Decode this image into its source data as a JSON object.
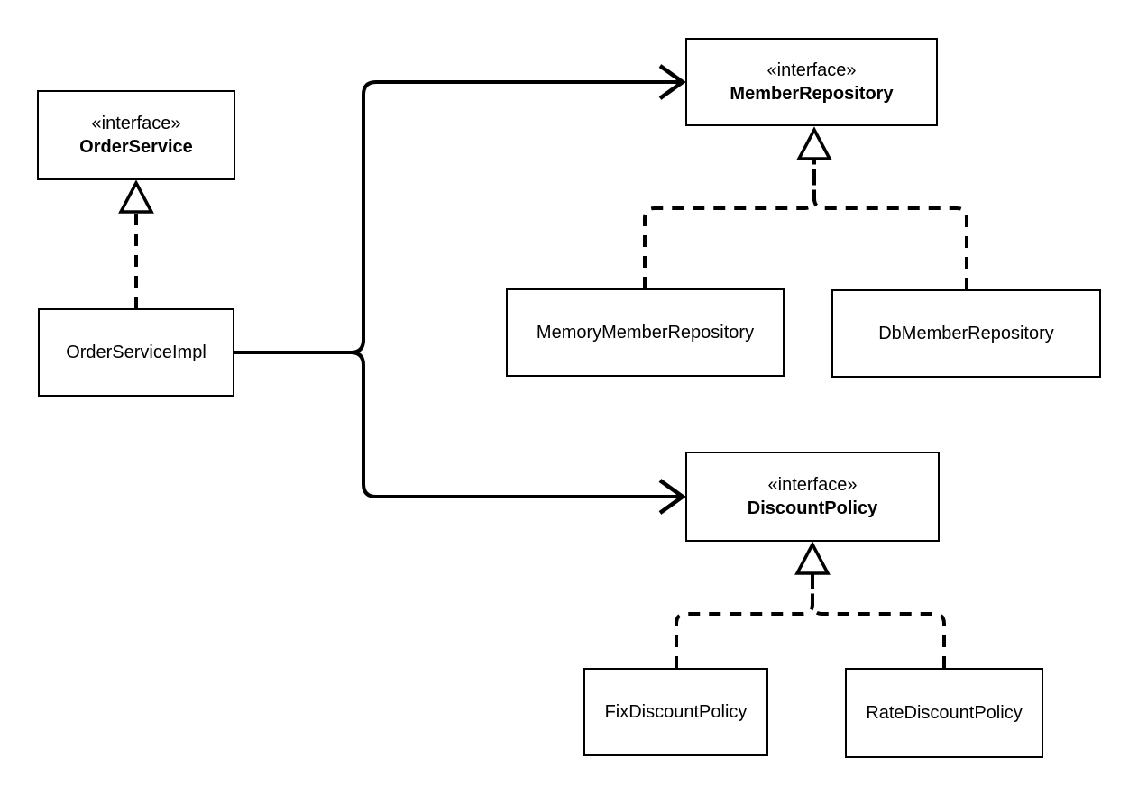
{
  "diagram": {
    "kind": "uml-class-diagram",
    "colors": {
      "line": "#000000",
      "box_border": "#000000",
      "box_fill": "#ffffff",
      "background": "#ffffff"
    },
    "nodes": {
      "order_service": {
        "stereotype": "«interface»",
        "name": "OrderService"
      },
      "order_service_impl": {
        "name": "OrderServiceImpl"
      },
      "member_repository": {
        "stereotype": "«interface»",
        "name": "MemberRepository"
      },
      "memory_member_repository": {
        "name": "MemoryMemberRepository"
      },
      "db_member_repository": {
        "name": "DbMemberRepository"
      },
      "discount_policy": {
        "stereotype": "«interface»",
        "name": "DiscountPolicy"
      },
      "fix_discount_policy": {
        "name": "FixDiscountPolicy"
      },
      "rate_discount_policy": {
        "name": "RateDiscountPolicy"
      }
    },
    "relationships": [
      {
        "from": "OrderServiceImpl",
        "to": "OrderService",
        "type": "realization",
        "line": "dashed",
        "arrowhead": "hollow-triangle"
      },
      {
        "from": "MemoryMemberRepository",
        "to": "MemberRepository",
        "type": "realization",
        "line": "dashed",
        "arrowhead": "hollow-triangle"
      },
      {
        "from": "DbMemberRepository",
        "to": "MemberRepository",
        "type": "realization",
        "line": "dashed",
        "arrowhead": "hollow-triangle"
      },
      {
        "from": "FixDiscountPolicy",
        "to": "DiscountPolicy",
        "type": "realization",
        "line": "dashed",
        "arrowhead": "hollow-triangle"
      },
      {
        "from": "RateDiscountPolicy",
        "to": "DiscountPolicy",
        "type": "realization",
        "line": "dashed",
        "arrowhead": "hollow-triangle"
      },
      {
        "from": "OrderServiceImpl",
        "to": "MemberRepository",
        "type": "dependency",
        "line": "solid",
        "arrowhead": "open"
      },
      {
        "from": "OrderServiceImpl",
        "to": "DiscountPolicy",
        "type": "dependency",
        "line": "solid",
        "arrowhead": "open"
      }
    ]
  }
}
